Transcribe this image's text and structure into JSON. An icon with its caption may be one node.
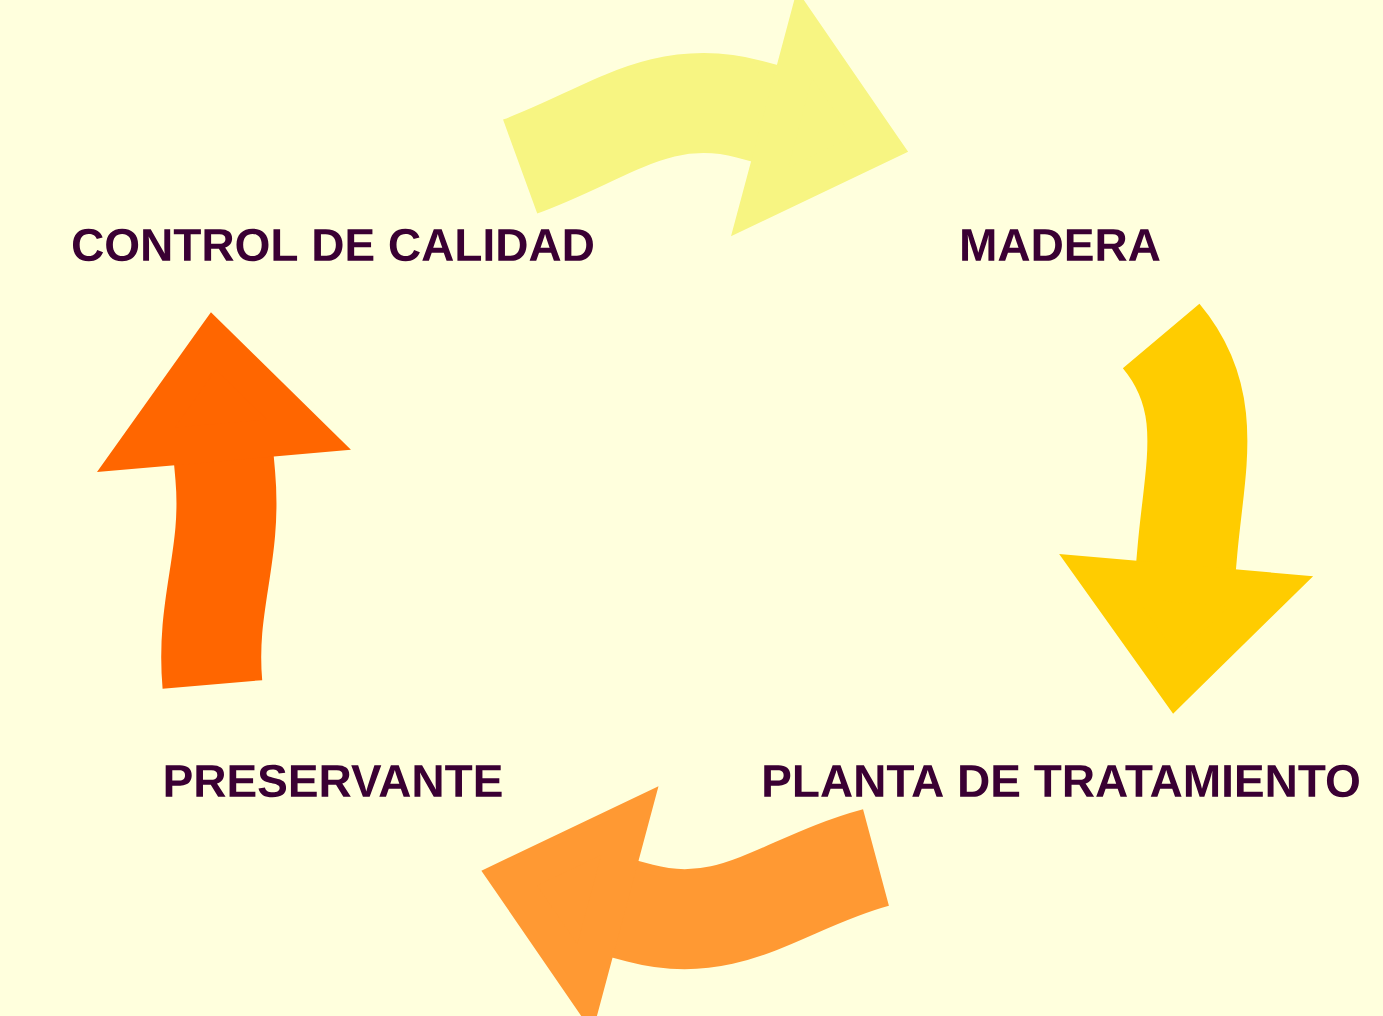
{
  "diagram": {
    "nodes": [
      {
        "text": [
          "CONTROL DE CALIDAD"
        ]
      },
      {
        "text": [
          "MADERA"
        ]
      },
      {
        "text": [
          "PLANTA DE TRATAMIENTO"
        ]
      },
      {
        "text": [
          "PRESERVANTE"
        ]
      }
    ],
    "edges": [
      {
        "from": 0,
        "to": 1,
        "arrow": "to",
        "color": "#f7f582"
      },
      {
        "from": 1,
        "to": 2,
        "arrow": "to",
        "color": "#ffcc00"
      },
      {
        "from": 2,
        "to": 3,
        "arrow": "to",
        "color": "#ff9933"
      },
      {
        "from": 3,
        "to": 0,
        "arrow": "to",
        "color": "#ff6600"
      }
    ]
  }
}
